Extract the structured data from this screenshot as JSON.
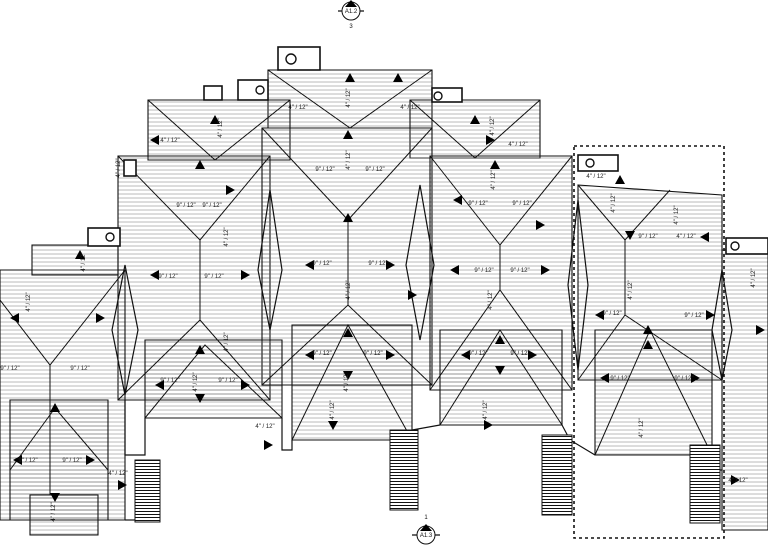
{
  "drawing": {
    "section_marker_top": {
      "sheet": "A1.2",
      "number": "3"
    },
    "section_marker_bottom": {
      "sheet": "A1.3",
      "number": "1"
    },
    "pitch_label": "4\" / 12\"",
    "pitch_label_alt": "9\" / 12\""
  }
}
